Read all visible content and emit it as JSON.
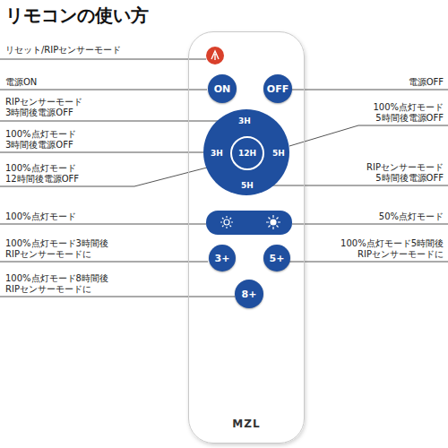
{
  "diagram": {
    "title": "リモコンの使い方",
    "nodes": [
      {
        "text": [
          "MZL"
        ]
      },
      {
        "text": [
          "ON"
        ],
        "in": 0
      },
      {
        "text": [
          "OFF"
        ],
        "in": 0
      },
      {
        "text": [
          "3H"
        ],
        "in": 0
      },
      {
        "text": [
          "3H"
        ],
        "in": 0
      },
      {
        "text": [
          "12H"
        ],
        "in": 0
      },
      {
        "text": [
          "5H"
        ],
        "in": 0
      },
      {
        "text": [
          "5H"
        ],
        "in": 0
      },
      {
        "text": [
          "3+"
        ],
        "in": 0
      },
      {
        "text": [
          "5+"
        ],
        "in": 0
      },
      {
        "text": [
          "8+"
        ],
        "in": 0
      }
    ],
    "labels": [
      "リセット/RIPセンサーモード",
      "電源ON",
      "電源OFF",
      "RIPセンサーモード 3時間後電源OFF",
      "100%点灯モード 5時間後電源OFF",
      "100%点灯モード 3時間後電源OFF",
      "100%点灯モード 12時間後電源OFF",
      "RIPセンサーモード 5時間後電源OFF",
      "100%点灯モード",
      "50%点灯モード",
      "100%点灯モード3時間後 RIPセンサーモードに",
      "100%点灯モード5時間後 RIPセンサーモードに",
      "100%点灯モード8時間後 RIPセンサーモードに"
    ]
  }
}
